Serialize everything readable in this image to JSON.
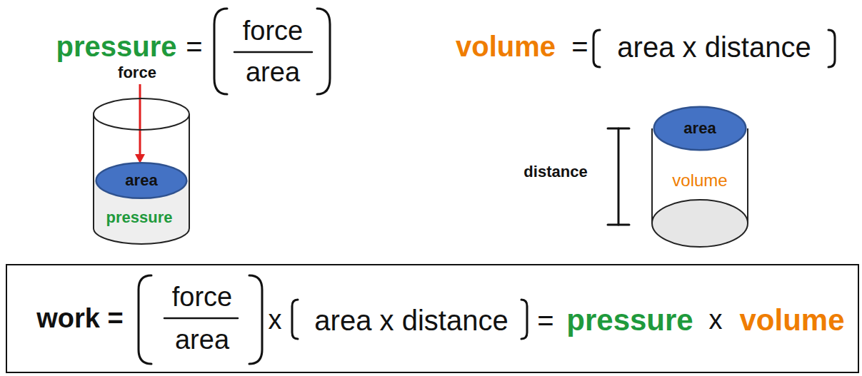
{
  "diagram": {
    "nodes": [
      {
        "text": [
          "pressure"
        ]
      },
      {
        "text": [
          "area"
        ],
        "in": 0
      },
      {
        "text": [
          "volume"
        ]
      },
      {
        "text": [
          "area"
        ],
        "in": 2
      },
      {
        "text": [
          "work =",
          "force",
          "area",
          "x",
          "area x distance",
          "=",
          "pressure",
          "x",
          "volume"
        ]
      }
    ],
    "labels": [
      "pressure",
      "=",
      "force",
      "area",
      "volume",
      "=",
      "area x distance",
      "force",
      "distance"
    ]
  }
}
